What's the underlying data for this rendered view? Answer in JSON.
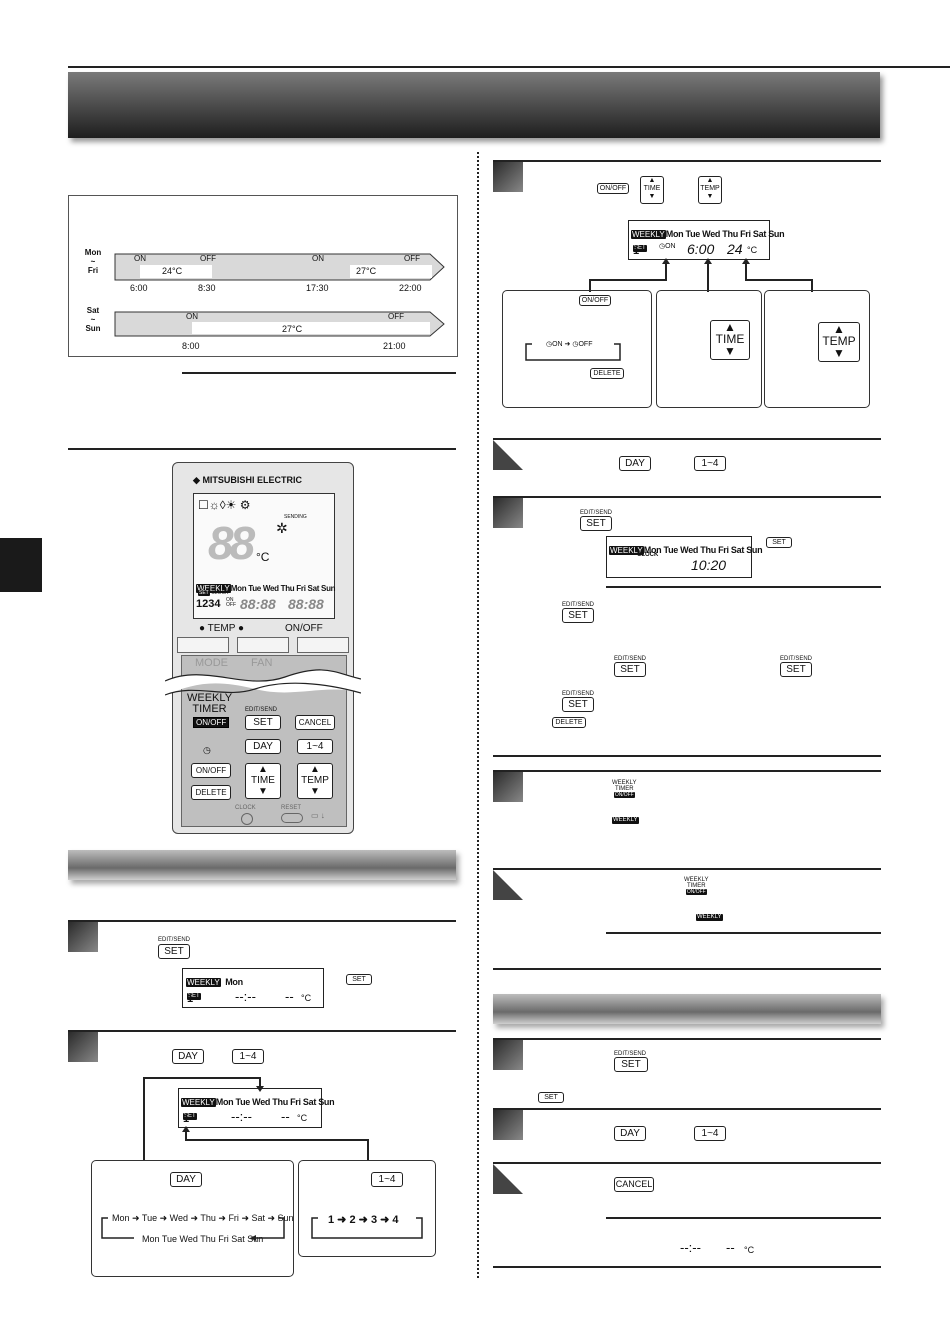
{
  "schedule": {
    "weekday_top": "Mon",
    "weekday_tilde": "~",
    "weekday_bottom": "Fri",
    "weekend_top": "Sat",
    "weekend_tilde": "~",
    "weekend_bottom": "Sun",
    "on": "ON",
    "off": "OFF",
    "weekday_temp1": "24°C",
    "weekday_temp2": "27°C",
    "weekend_temp": "27°C",
    "weekday_times": [
      "6:00",
      "8:30",
      "17:30",
      "22:00"
    ],
    "weekend_times": [
      "8:00",
      "21:00"
    ]
  },
  "remote": {
    "brand": "MITSUBISHI ELECTRIC",
    "big_temp": "88",
    "deg": "°C",
    "sending": "SENDING",
    "weekly": "WEEKLY",
    "days": "Mon Tue Wed Thu Fri Sat Sun",
    "set": "SET",
    "clock": "CLOCK",
    "on": "ON",
    "off": "OFF",
    "nums": "1234",
    "time1": "88:88",
    "time2": "88:88",
    "temp_label": "TEMP",
    "onoff_label": "ON/OFF",
    "mode": "MODE",
    "fan": "FAN",
    "weekly_timer_l1": "WEEKLY",
    "weekly_timer_l2": "TIMER",
    "weekly_onoff": "ON/OFF",
    "edit_send": "EDIT/SEND",
    "set_btn": "SET",
    "cancel": "CANCEL",
    "day": "DAY",
    "range": "1~4",
    "onoff_btn": "ON/OFF",
    "delete": "DELETE",
    "time_btn": "TIME",
    "temp_btn": "TEMP",
    "clock_btn": "CLOCK",
    "reset_btn": "RESET"
  },
  "keys": {
    "edit_send": "EDIT/SEND",
    "set": "SET",
    "day": "DAY",
    "range": "1~4",
    "onoff": "ON/OFF",
    "delete": "DELETE",
    "cancel": "CANCEL",
    "time": "TIME",
    "temp": "TEMP",
    "weekly_l1": "WEEKLY",
    "weekly_l2": "TIMER",
    "weekly_l3": "ON/OFF",
    "weekly_badge": "WEEKLY"
  },
  "lcd_a": {
    "days": "Mon",
    "num": "1",
    "time": "--:--",
    "temp": "--",
    "unit": "°C"
  },
  "lcd_b": {
    "days": "Mon Tue Wed Thu Fri Sat Sun",
    "num": "1",
    "time": "--:--",
    "temp": "--",
    "unit": "°C"
  },
  "lcd_c": {
    "days": "Mon Tue Wed Thu Fri Sat Sun",
    "num": "1",
    "on": "ON",
    "time": "6:00",
    "temp": "24",
    "unit": "°C"
  },
  "lcd_d": {
    "days": "Mon Tue Wed Thu Fri Sat Sun",
    "clock": "CLOCK",
    "time": "10:20"
  },
  "cycle_day": {
    "seq": [
      "Mon",
      "Tue",
      "Wed",
      "Thu",
      "Fri",
      "Sat",
      "Sun"
    ],
    "back": "Mon Tue Wed Thu Fri Sat Sun"
  },
  "cycle_num": {
    "seq": [
      "1",
      "2",
      "3",
      "4"
    ]
  },
  "onoff_cycle": {
    "on": "ON",
    "off": "OFF"
  },
  "final_display": {
    "time": "--:--",
    "temp": "--",
    "unit": "°C"
  }
}
